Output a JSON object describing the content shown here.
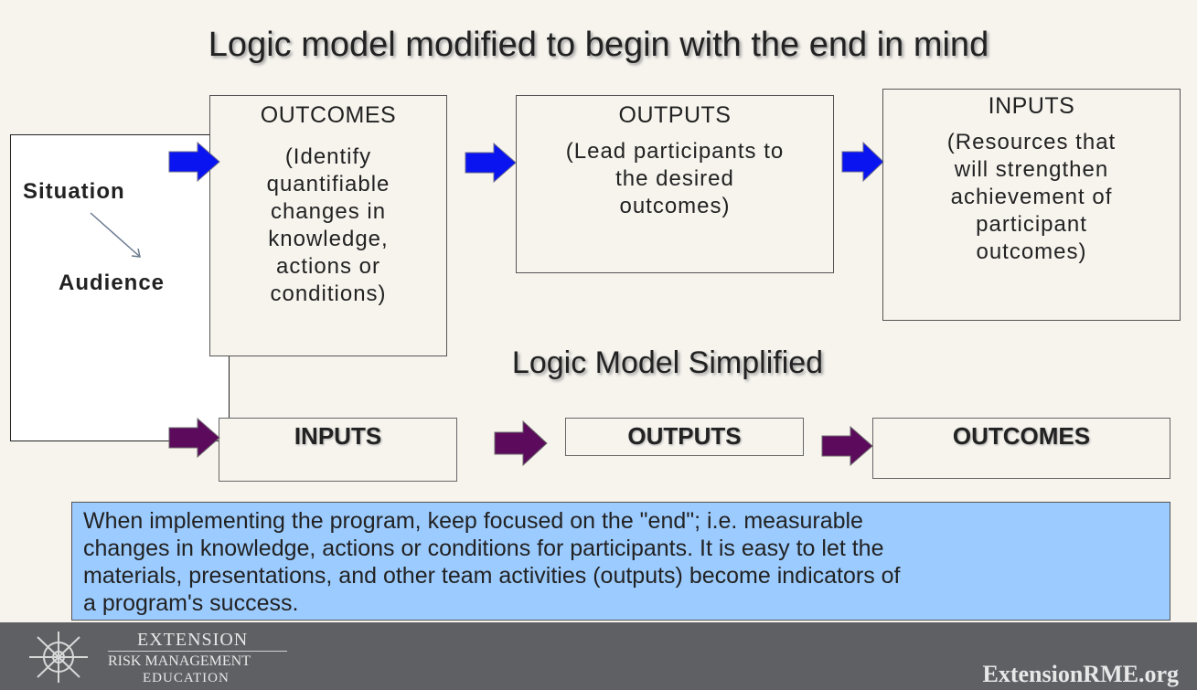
{
  "title": "Logic model modified to begin with the end in mind",
  "situation_box": {
    "situation": "Situation",
    "audience": "Audience"
  },
  "top_row": {
    "outcomes": {
      "heading": "OUTCOMES",
      "desc_lines": [
        "(Identify",
        "quantifiable",
        "changes in",
        "knowledge,",
        "actions or",
        "conditions)"
      ]
    },
    "outputs": {
      "heading": "OUTPUTS",
      "desc_lines": [
        "(Lead participants to",
        "the desired",
        "outcomes)"
      ]
    },
    "inputs": {
      "heading": "INPUTS",
      "desc_lines": [
        "(Resources that",
        "will strengthen",
        "achievement of",
        "participant",
        "outcomes)"
      ]
    }
  },
  "subtitle": "Logic Model Simplified",
  "bottom_row": {
    "inputs": "INPUTS",
    "outputs": "OUTPUTS",
    "outcomes": "OUTCOMES"
  },
  "note_lines": [
    "When implementing the program, keep focused on the \"end\"; i.e. measurable",
    "changes in knowledge, actions or conditions for participants.  It is easy to let the",
    "materials, presentations, and other team activities (outputs) become indicators of",
    "a program's success."
  ],
  "footer": {
    "logo_line1": "EXTENSION",
    "logo_line2": "RISK MANAGEMENT",
    "logo_line3": "EDUCATION",
    "url": "ExtensionRME.org"
  },
  "colors": {
    "blue_arrow": "#0a14f0",
    "purple_arrow": "#5c0a5c",
    "note_bg": "#9ccbff",
    "footer_bg": "#5e6064"
  },
  "icons": {
    "logo": "ship-wheel-icon"
  }
}
